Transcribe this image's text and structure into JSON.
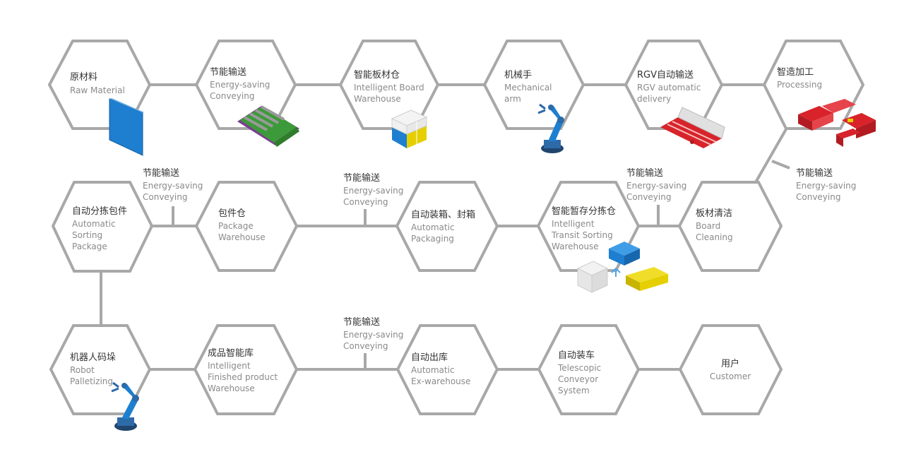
{
  "colors": {
    "line": "#a8a8a8",
    "blue": "#1e7fd0",
    "yellow": "#e5cf00",
    "red": "#d8232a",
    "green": "#3d9a3a",
    "purple": "#7a3f8f"
  },
  "nodes": {
    "raw_material": {
      "zh": "原材料",
      "en1": "Raw Material"
    },
    "conveying_1": {
      "zh": "节能输送",
      "en1": "Energy-saving",
      "en2": "Conveying"
    },
    "board_warehouse": {
      "zh": "智能板材仓",
      "en1": "Intelligent Board",
      "en2": "Warehouse"
    },
    "mechanical_arm": {
      "zh": "机械手",
      "en1": "Mechanical",
      "en2": "arm"
    },
    "rgv": {
      "zh": "RGV自动输送",
      "en1": "RGV automatic",
      "en2": "delivery"
    },
    "processing": {
      "zh": "智造加工",
      "en1": "Processing"
    },
    "board_cleaning": {
      "zh": "板材清洁",
      "en1": "Board",
      "en2": "Cleaning"
    },
    "transit_sorting": {
      "zh": "智能暂存分拣仓",
      "en1": "Intelligent",
      "en2": "Transit Sorting",
      "en3": "Warehouse"
    },
    "packaging": {
      "zh": "自动装箱、封箱",
      "en1": "Automatic",
      "en2": "Packaging"
    },
    "package_warehouse": {
      "zh": "包件仓",
      "en1": "Package",
      "en2": "Warehouse"
    },
    "sorting_package": {
      "zh": "自动分拣包件",
      "en1": "Automatic",
      "en2": "Sorting",
      "en3": "Package"
    },
    "palletizing": {
      "zh": "机器人码垛",
      "en1": "Robot",
      "en2": "Palletizing"
    },
    "finished_warehouse": {
      "zh": "成品智能库",
      "en1": "Intelligent",
      "en2": "Finished product",
      "en3": "Warehouse"
    },
    "ex_warehouse": {
      "zh": "自动出库",
      "en1": "Automatic",
      "en2": "Ex-warehouse"
    },
    "telescopic": {
      "zh": "自动装车",
      "en1": "Telescopic",
      "en2": "Conveyor",
      "en3": "System"
    },
    "customer": {
      "zh": "用户",
      "en1": "Customer"
    }
  },
  "connector_labels": {
    "c1": {
      "zh": "节能输送",
      "en1": "Energy-saving",
      "en2": "Conveying"
    },
    "c2": {
      "zh": "节能输送",
      "en1": "Energy-saving",
      "en2": "Conveying"
    },
    "c3": {
      "zh": "节能输送",
      "en1": "Energy-saving",
      "en2": "Conveying"
    },
    "c4": {
      "zh": "节能输送",
      "en1": "Energy-saving",
      "en2": "Conveying"
    },
    "c5": {
      "zh": "节能输送",
      "en1": "Energy-saving",
      "en2": "Conveying"
    }
  }
}
